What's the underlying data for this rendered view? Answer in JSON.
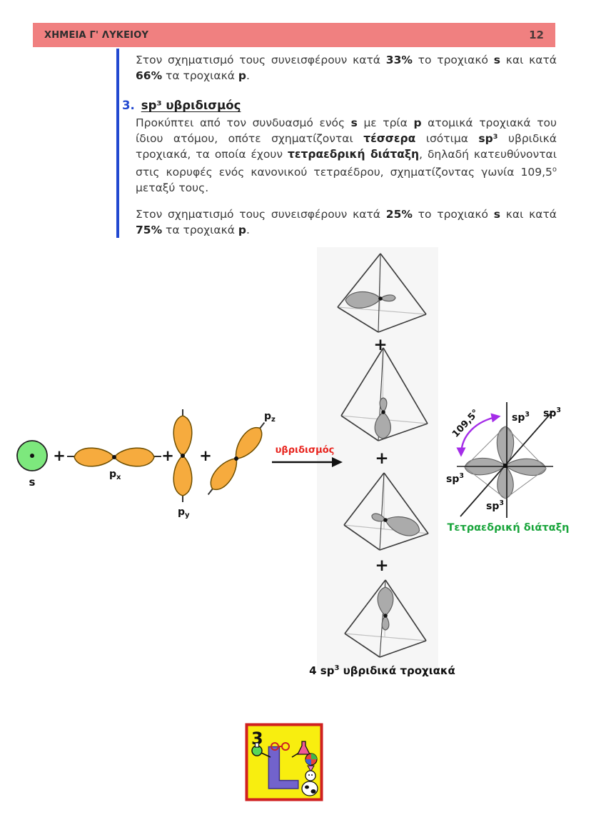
{
  "header": {
    "title": "ΧΗΜΕΙΑ Γ' ΛΥΚΕΙΟΥ",
    "page": "12"
  },
  "section": {
    "para_sp2": {
      "t1": "Στον σχηματισμό τους συνεισφέρουν κατά ",
      "b1": "33%",
      "t2": " το τροχιακό ",
      "s": "s",
      "t3": " και κατά ",
      "b2": "66%",
      "t4": " τα τροχιακά ",
      "p": "p",
      "t5": "."
    },
    "heading": {
      "number": "3.",
      "title": "sp³ υβριδισμός"
    },
    "para_main": {
      "t1": "Προκύπτει από τον συνδυασμό ενός ",
      "s": "s",
      "t2": " με τρία ",
      "p": "p",
      "t3": " ατομικά τροχιακά του ίδιου ατόμου, οπότε σχηματίζονται ",
      "b1": "τέσσερα",
      "t4": " ισότιμα ",
      "b2": "sp³",
      "t5": " υβριδικά τροχιακά, τα οποία έχουν ",
      "b3": "τετραεδρική διάταξη",
      "t6": ", δηλαδή κατευθύνονται στις κορυφές ενός κανονικού τετραέδρου, σχηματίζοντας γωνία 109,5",
      "sup": "ο",
      "t7": " μεταξύ τους."
    },
    "para_contrib": {
      "t1": "Στον σχηματισμό τους συνεισφέρουν κατά ",
      "b1": "25%",
      "t2": " το τροχιακό ",
      "s": "s",
      "t3": " και κατά ",
      "b2": "75%",
      "t4": " τα τροχιακά ",
      "p": "p",
      "t5": "."
    }
  },
  "diagram": {
    "plus": "+",
    "s_label": "s",
    "p_base": "p",
    "px_sub": "x",
    "py_sub": "y",
    "pz_sub": "z",
    "arrow_label": "υβριδισμός",
    "sp3_base": "sp",
    "sp3_sup": "3",
    "angle_label": "109,5°",
    "tetra_caption": "Τετραεδρική διάταξη",
    "result_caption": {
      "prefix": "4 sp",
      "sup": "3",
      "rest": " υβριδικά τροχιακά"
    },
    "colors": {
      "header_bar": "#f08080",
      "accent_blue": "#2148d0",
      "s_orbital_green": "#7de87d",
      "p_orbital_orange": "#f6ab3e",
      "hybrid_gray": "#ababab",
      "arrow_label_red": "#e8251f",
      "angle_arrow_purple": "#a42ce8",
      "caption_green": "#1aa53c"
    }
  },
  "logo": {
    "number": "3",
    "letter": "L"
  }
}
